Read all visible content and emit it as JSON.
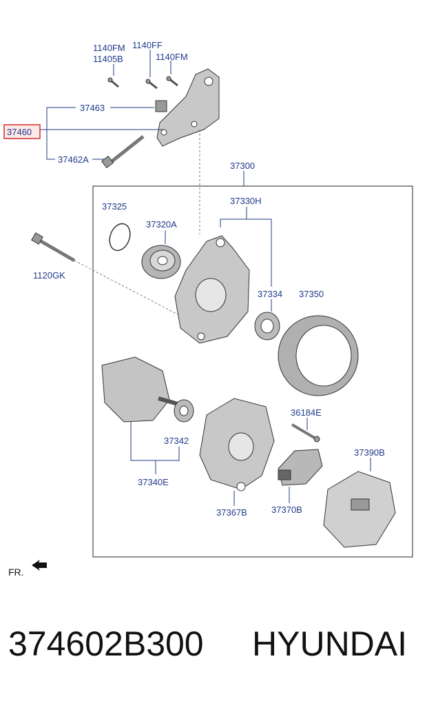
{
  "diagram": {
    "labels": {
      "l1140FM_a": "1140FM",
      "l1140FF": "1140FF",
      "l11405B": "11405B",
      "l1140FM_b": "1140FM",
      "l37463": "37463",
      "l37460": "37460",
      "l37462A": "37462A",
      "l37300": "37300",
      "l37325": "37325",
      "l37330H": "37330H",
      "l37320A": "37320A",
      "l1120GK": "1120GK",
      "l37334": "37334",
      "l37350": "37350",
      "l36184E": "36184E",
      "l37342": "37342",
      "l37390B": "37390B",
      "l37340E": "37340E",
      "l37367B": "37367B",
      "l37370B": "37370B",
      "lFR": "FR."
    },
    "colors": {
      "label": "#1f3a8a",
      "highlight_border": "#d32f2f",
      "highlight_fill": "#fde8e8",
      "part_fill": "#c8c8c8",
      "part_dark": "#8a8a8a"
    }
  },
  "footer": {
    "part_number": "374602B300",
    "brand": "HYUNDAI"
  }
}
